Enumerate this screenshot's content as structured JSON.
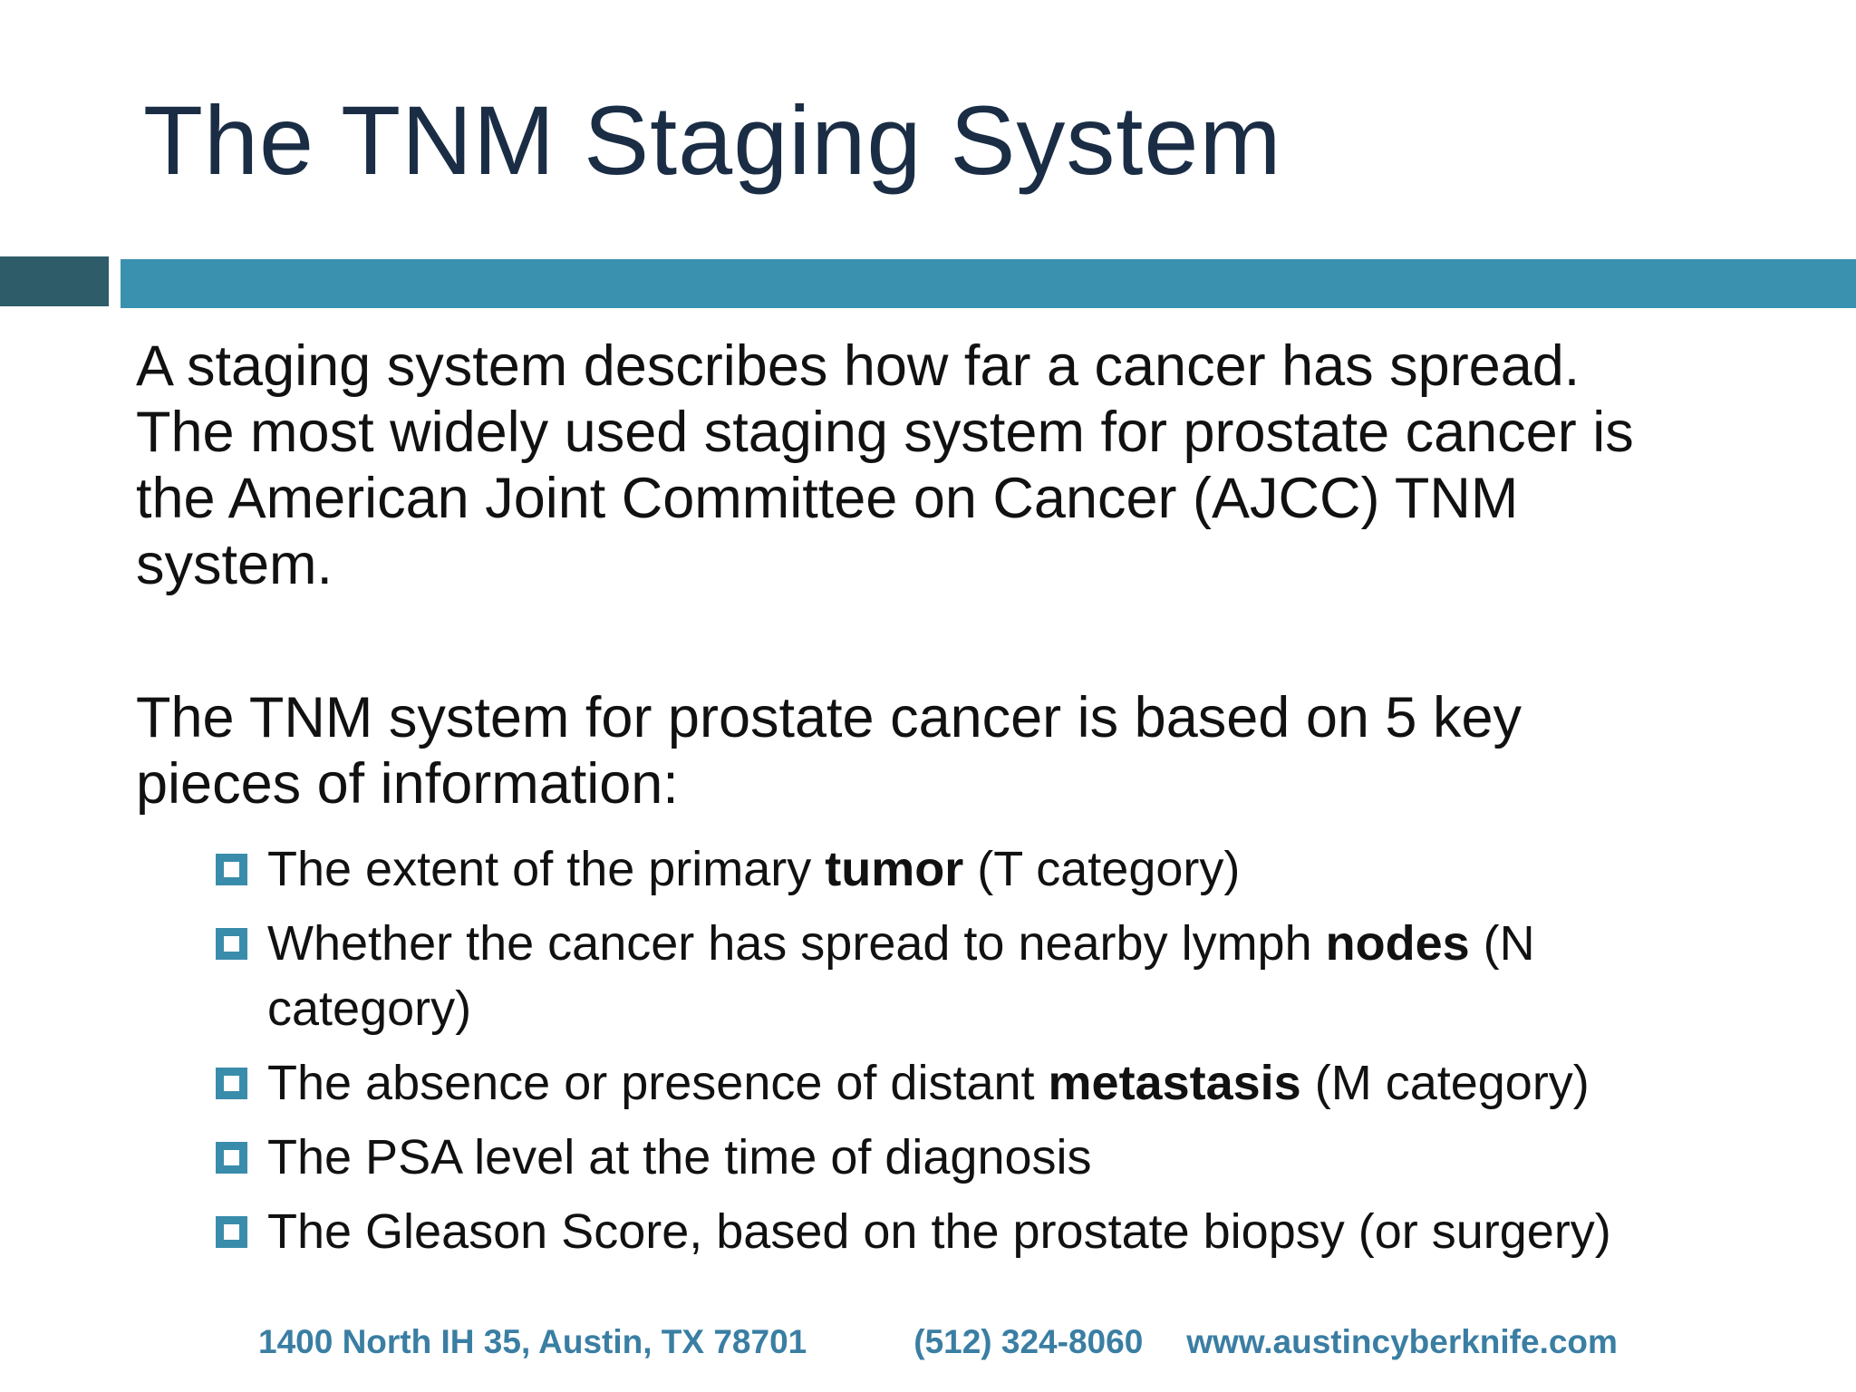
{
  "slide": {
    "title": "The TNM Staging System",
    "colors": {
      "title_navy": "#1a2d45",
      "accent_dark_square": "#2e5c68",
      "accent_bar_teal": "#3991af",
      "bullet_square_teal": "#3a8cab",
      "footer_teal": "#3a7ea3",
      "body_text": "#111111"
    },
    "paragraph1_lines": [
      "A staging system describes how far a cancer has spread.",
      "The most widely used staging system for prostate cancer is",
      "the American Joint Committee on Cancer (AJCC) TNM",
      "system."
    ],
    "paragraph2_lines": [
      "The TNM system for prostate cancer is based on 5 key",
      "pieces of information:"
    ],
    "bullets": [
      {
        "pre": "The extent of the primary ",
        "bold": "tumor",
        "post": " (T category)",
        "cont": ""
      },
      {
        "pre": "Whether the cancer has spread to nearby lymph ",
        "bold": "nodes",
        "post": " (N",
        "cont": "category)"
      },
      {
        "pre": "The absence or presence of distant ",
        "bold": "metastasis",
        "post": " (M category)",
        "cont": ""
      },
      {
        "pre": "The PSA level at the time of diagnosis",
        "bold": "",
        "post": "",
        "cont": ""
      },
      {
        "pre": "The Gleason Score, based on the prostate biopsy (or surgery)",
        "bold": "",
        "post": "",
        "cont": ""
      }
    ],
    "footer": {
      "address": "1400 North IH 35, Austin, TX 78701",
      "phone": "(512) 324-8060",
      "website": "www.austincyberknife.com"
    }
  }
}
